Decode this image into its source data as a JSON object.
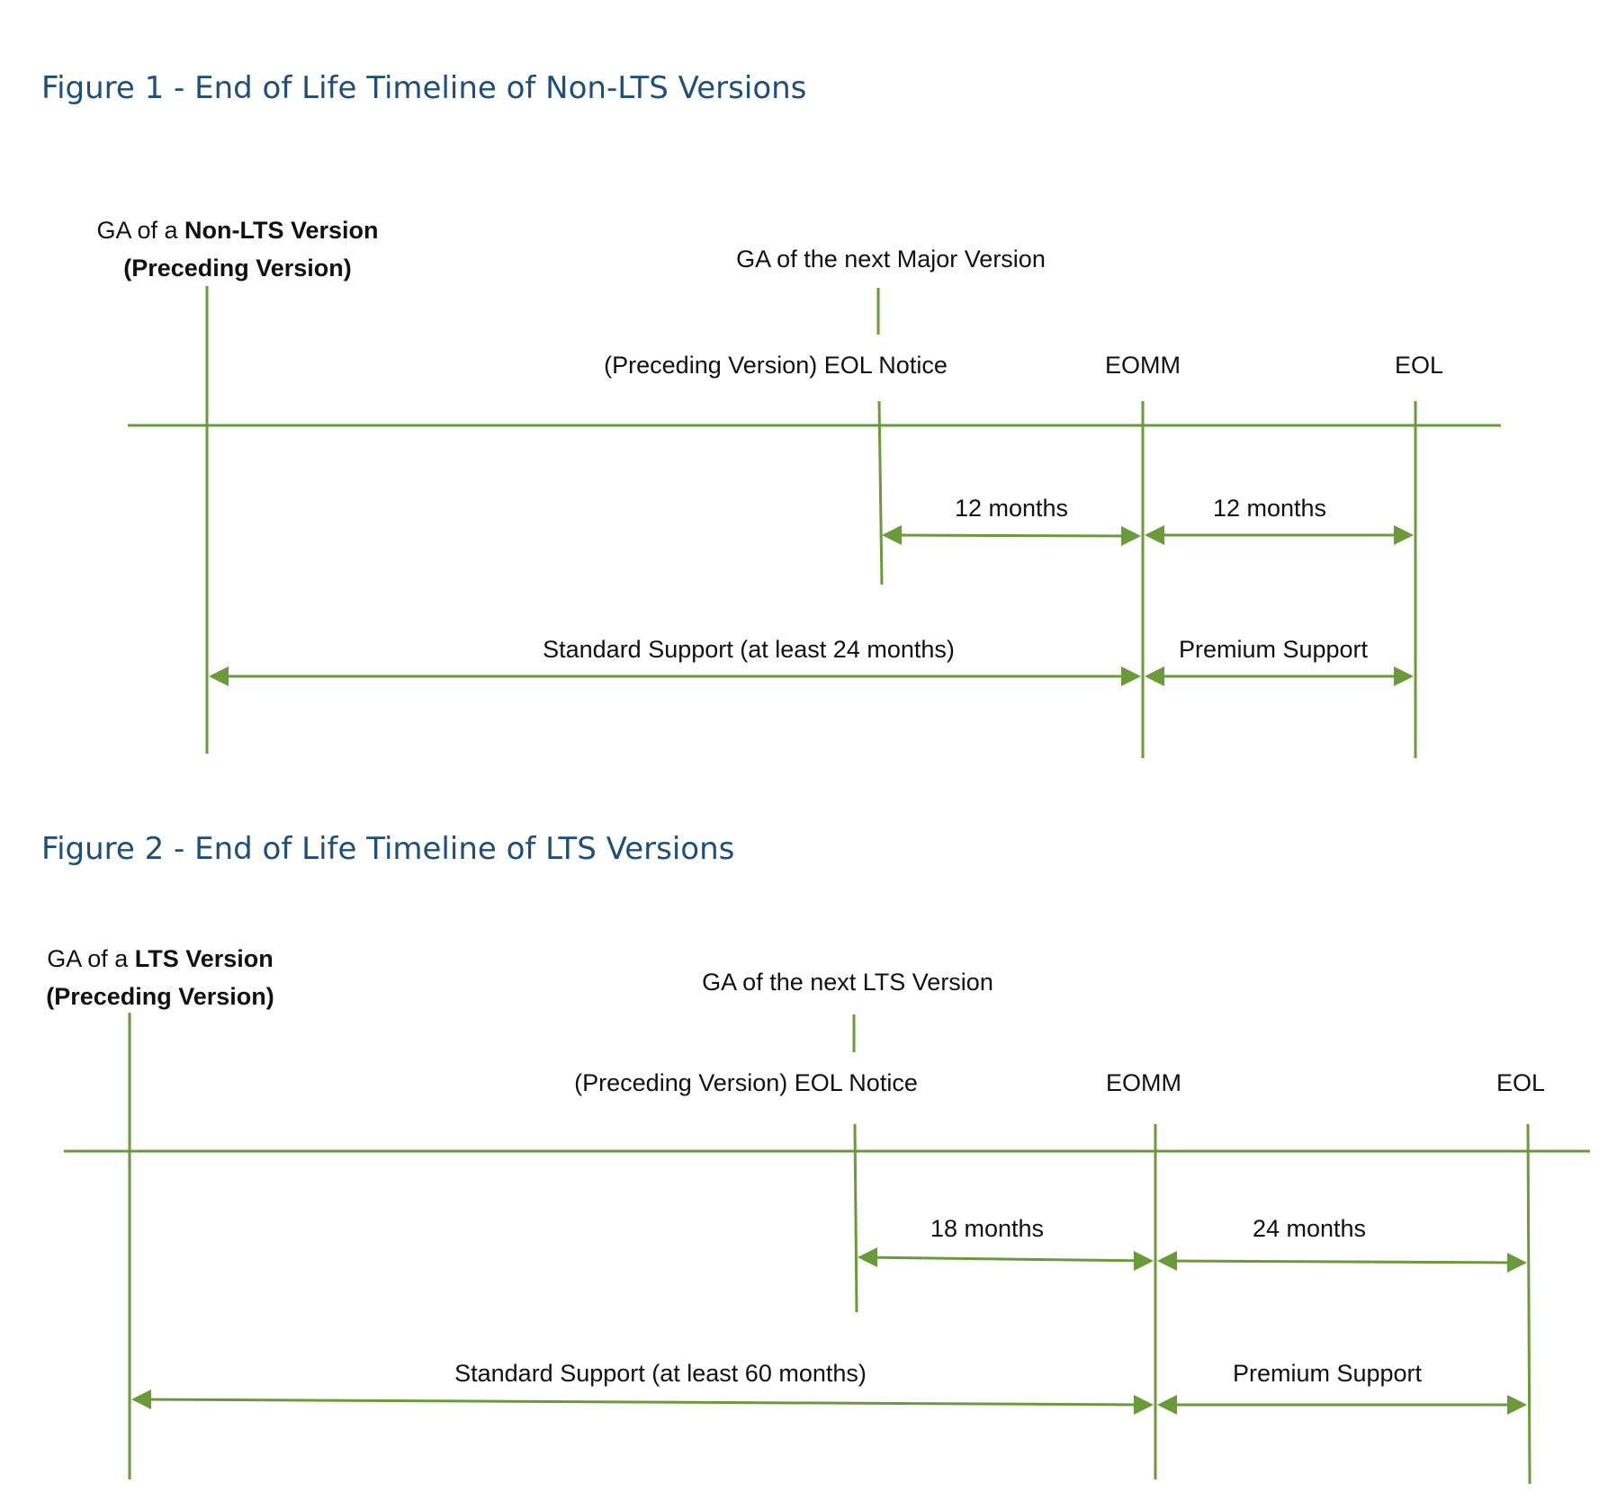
{
  "figure1": {
    "title": "Figure 1 - End of Life Timeline of Non-LTS Versions",
    "ga_preceding_prefix": "GA of a ",
    "ga_preceding_bold": "Non-LTS Version",
    "ga_preceding_line2": "(Preceding Version)",
    "ga_next": "GA of the next Major Version",
    "eol_notice": "(Preceding Version) EOL Notice",
    "eomm": "EOMM",
    "eol": "EOL",
    "span_notice_to_eomm": "12 months",
    "span_eomm_to_eol": "12 months",
    "standard_support": "Standard Support  (at least 24 months)",
    "premium_support": "Premium Support"
  },
  "figure2": {
    "title": "Figure 2 - End of Life Timeline of LTS Versions",
    "ga_preceding_prefix": "GA of a ",
    "ga_preceding_bold": "LTS Version",
    "ga_preceding_line2": "(Preceding Version)",
    "ga_next": "GA of the next LTS Version",
    "eol_notice": "(Preceding Version) EOL Notice",
    "eomm": "EOMM",
    "eol": "EOL",
    "span_notice_to_eomm": "18 months",
    "span_eomm_to_eol": "24 months",
    "standard_support": "Standard Support (at least 60 months)",
    "premium_support": "Premium Support"
  },
  "colors": {
    "line": "#6a9a3a",
    "title": "#1f4e7a",
    "text": "#111111"
  }
}
